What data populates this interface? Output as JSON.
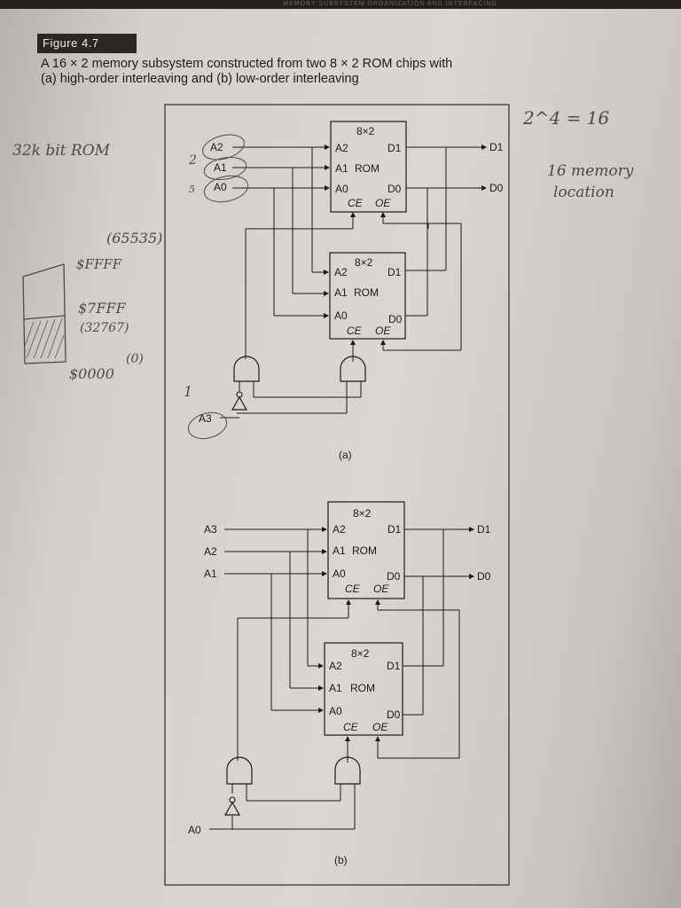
{
  "header": {
    "running_head": "MEMORY SUBSYSTEM ORGANIZATION AND INTERFACING"
  },
  "figure": {
    "label": "Figure",
    "number": "4.7",
    "caption_line1": "A 16 × 2 memory subsystem constructed from two 8 × 2 ROM chips with",
    "caption_line2": "(a) high-order interleaving and (b) low-order interleaving"
  },
  "chip": {
    "size": "8×2",
    "name": "ROM",
    "addr_pins": [
      "A2",
      "A1",
      "A0"
    ],
    "data_pins": [
      "D1",
      "D0"
    ],
    "ce": "CE",
    "oe": "OE"
  },
  "part_a": {
    "label": "(a)",
    "inputs": [
      "A2",
      "A1",
      "A0"
    ],
    "select_input": "A3",
    "outputs": [
      "D1",
      "D0"
    ]
  },
  "part_b": {
    "label": "(b)",
    "inputs": [
      "A3",
      "A2",
      "A1"
    ],
    "select_input": "A0",
    "outputs": [
      "D1",
      "D0"
    ]
  },
  "handwriting": {
    "rom_note": "32k bit ROM",
    "power_note": "2^4 = 16",
    "memory_note_1": "16 memory",
    "memory_note_2": "location",
    "decimal_max": "(65535)",
    "hex_max": "$FFFF",
    "hex_mid": "$7FFF",
    "decimal_mid": "(32767)",
    "hex_min": "$0000",
    "decimal_min": "(0)",
    "small_2": "2",
    "small_5": "5",
    "small_1": "1"
  }
}
